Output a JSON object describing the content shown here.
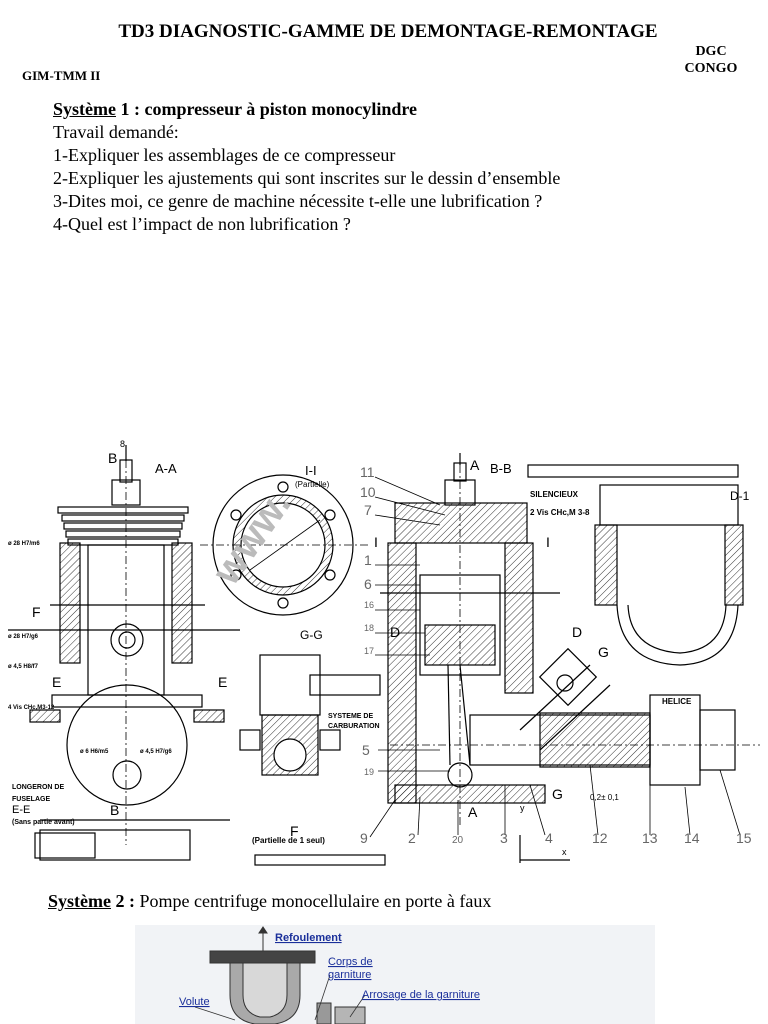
{
  "header": {
    "title": "TD3 DIAGNOSTIC-GAMME DE DEMONTAGE-REMONTAGE",
    "org_line1": "DGC",
    "org_line2": "CONGO",
    "class_code": "GIM-TMM II"
  },
  "system1": {
    "label": "Système",
    "rest": " 1 : compresseur à piston monocylindre",
    "work_label": "Travail demandé:",
    "questions": [
      "1-Expliquer les assemblages de ce compresseur",
      "2-Expliquer les ajustements qui sont inscrites sur le dessin d’ensemble",
      "3-Dites moi, ce genre de machine nécessite t-elle une lubrification ?",
      "4-Quel est l’impact de non lubrification ?"
    ]
  },
  "drawing1": {
    "labels": {
      "section_aa": "A-A",
      "section_ii": "I-I",
      "partielle": "(Partielle)",
      "section_bb": "B-B",
      "silencieux": "SILENCIEUX",
      "vis": "2 Vis CHc,M 3-8",
      "section_d": "D-1",
      "section_gg": "G-G",
      "section_ee": "E-E",
      "sans_partie": "(Sans partie avant)",
      "longeron1": "LONGERON DE",
      "longeron2": "FUSELAGE",
      "f_partielle": "(Partielle de 1 seul)",
      "systeme1": "SYSTEME DE",
      "systeme2": "CARBURATION",
      "helice": "HELICE",
      "cote": "0,2± 0,1",
      "fit1": "ø 28 H7/m6",
      "fit2": "ø 28 H7/g6",
      "fit3": "ø 4,5 H8/f7",
      "fit4": "4 Vis CHc,M3-12",
      "fit5": "ø 6 H6/m5",
      "fit6": "ø 4,5 H7/g6"
    },
    "markers": {
      "b": "B",
      "a": "A",
      "f": "F",
      "e": "E",
      "i": "I",
      "d": "D",
      "g": "G",
      "y": "y",
      "x": "x"
    },
    "item_numbers": [
      "11",
      "10",
      "7",
      "1",
      "6",
      "16",
      "18",
      "17",
      "5",
      "19",
      "9",
      "2",
      "20",
      "3",
      "4",
      "12",
      "13",
      "14",
      "15",
      "8"
    ]
  },
  "system2": {
    "label": "Système",
    "rest_bold": " 2 :",
    "rest": " Pompe centrifuge monocellulaire en porte à faux"
  },
  "drawing2": {
    "refoulement": "Refoulement",
    "corps1": "Corps de",
    "corps2": "garniture",
    "arrosage": "Arrosage de la garniture",
    "volute": "Volute"
  }
}
